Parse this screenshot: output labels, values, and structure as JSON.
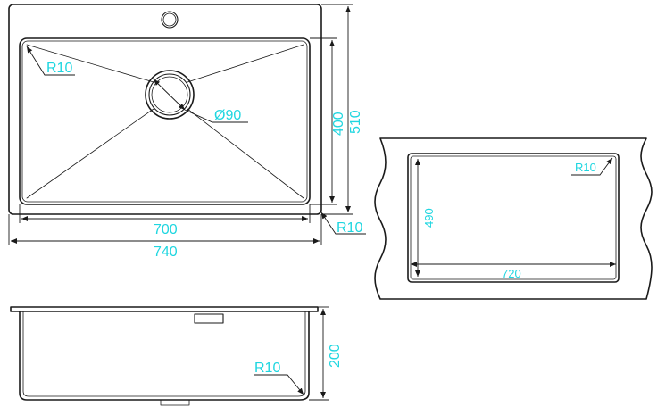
{
  "top_view": {
    "width_inner": "700",
    "width_outer": "740",
    "height_inner": "400",
    "height_outer": "510",
    "corner_radius_inner": "R10",
    "corner_radius_outer": "R10",
    "drain_diameter": "Ø90"
  },
  "cutout_view": {
    "width": "720",
    "height": "490",
    "corner_radius": "R10"
  },
  "side_view": {
    "depth": "200",
    "corner_radius": "R10"
  },
  "colors": {
    "label": "#1fd6e0",
    "line": "#1a1a1a"
  }
}
